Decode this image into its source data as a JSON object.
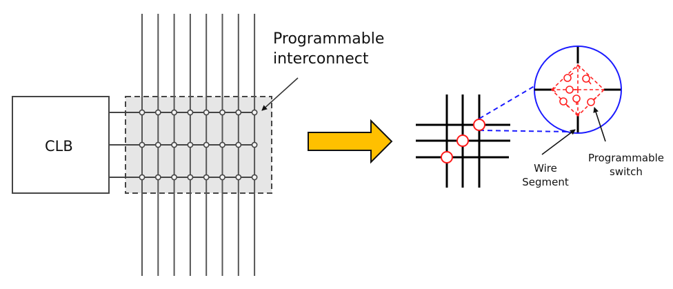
{
  "left_panel": {
    "clb_label": "CLB",
    "interconnect_label_line1": "Programmable",
    "interconnect_label_line2": "interconnect",
    "vertical_wire_count": 8,
    "horizontal_wire_count": 3,
    "switch_count": 24
  },
  "transition_arrow": {
    "direction": "right",
    "fill_color": "#FFC000"
  },
  "right_panel": {
    "grid_vertical_wires": 3,
    "grid_horizontal_wires": 3,
    "highlighted_switch_count": 3,
    "switch_color": "#FF0000",
    "zoom_circle_color": "#0000FF",
    "internal_switch_count": 6,
    "wire_segment_label_line1": "Wire",
    "wire_segment_label_line2": "Segment",
    "switch_label_line1": "Programmable",
    "switch_label_line2": "switch"
  }
}
